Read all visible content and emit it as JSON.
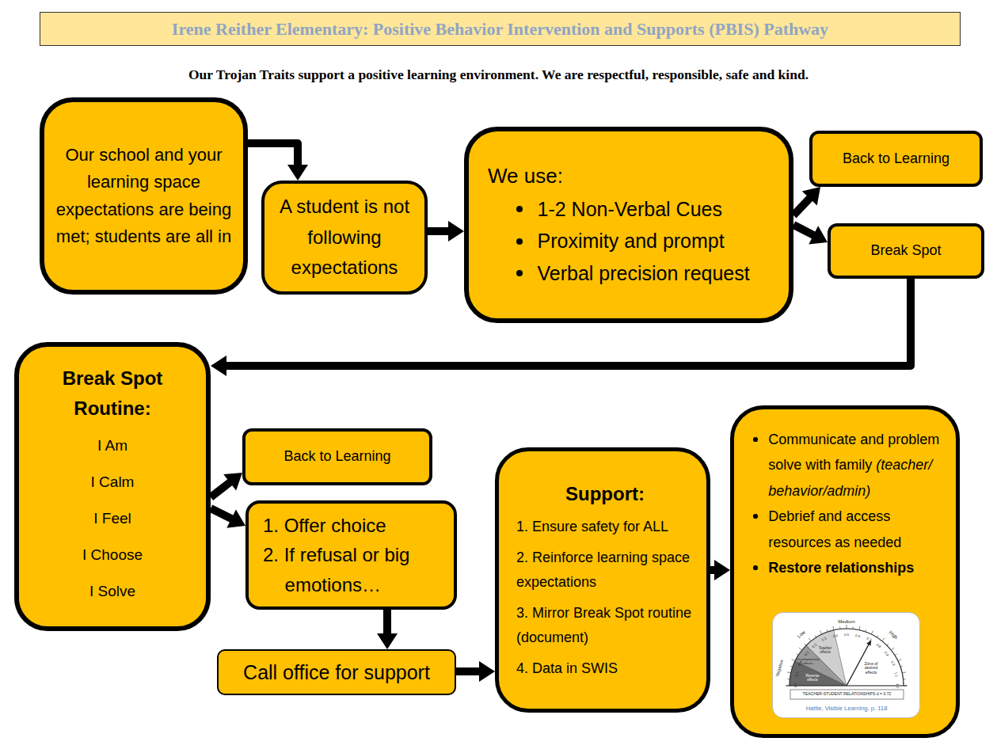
{
  "diagram": {
    "title": "Irene Reither Elementary: Positive Behavior Intervention and Supports (PBIS) Pathway",
    "nodes": [
      {
        "text": [
          "Our school and your learning space expectations are being met; students are all in"
        ]
      },
      {
        "text": [
          "A student is not following expectations"
        ]
      },
      {
        "text": [
          "We use:",
          "1-2 Non-Verbal Cues",
          "Proximity and prompt",
          "Verbal precision request"
        ]
      },
      {
        "text": [
          "Back to Learning"
        ]
      },
      {
        "text": [
          "Break Spot"
        ]
      },
      {
        "text": [
          "Break Spot Routine:",
          "I Am",
          "I Calm",
          "I Feel",
          "I Choose",
          "I Solve"
        ]
      },
      {
        "text": [
          "Back to Learning"
        ]
      },
      {
        "text": [
          "1. Offer choice",
          "2. If refusal or big emotions…"
        ]
      },
      {
        "text": [
          "Call office for support"
        ]
      },
      {
        "text": [
          "Support:",
          "1. Ensure safety for ALL",
          "2. Reinforce learning space expectations",
          "3. Mirror Break Spot routine (document)",
          "4. Data in SWIS"
        ]
      },
      {
        "text": [
          "Communicate and problem solve with family",
          "(teacher/ behavior/admin)",
          "Debrief and access resources as needed",
          "Restore relationships"
        ]
      }
    ],
    "edges": [
      {
        "from": 0,
        "to": 1,
        "arrow": "to"
      },
      {
        "from": 1,
        "to": 2,
        "arrow": "to"
      },
      {
        "from": 2,
        "to": 3,
        "arrow": "to"
      },
      {
        "from": 2,
        "to": 4,
        "arrow": "to"
      },
      {
        "from": 4,
        "to": 5,
        "arrow": "to"
      },
      {
        "from": 5,
        "to": 6,
        "arrow": "to"
      },
      {
        "from": 5,
        "to": 7,
        "arrow": "to"
      },
      {
        "from": 7,
        "to": 8,
        "arrow": "to"
      },
      {
        "from": 8,
        "to": 9,
        "arrow": "to"
      },
      {
        "from": 9,
        "to": 10,
        "arrow": "to"
      }
    ],
    "labels": [
      "Our Trojan Traits support a positive learning environment. We are respectful, responsible, safe and kind.",
      "Medium",
      "Low",
      "High",
      "Negative",
      "-0.2",
      "-0.1",
      "0.0",
      "0.1",
      "0.2",
      "0.3",
      "0.4",
      "0.5",
      "0.6",
      "0.7",
      "0.8",
      "0.9",
      "1.0",
      "1.1",
      "1.2",
      "Teacher effects",
      "Developmental effects",
      "Reverse effects",
      "Zone of desired effects",
      "TEACHER-STUDENT RELATIONSHIPS d = 0.72",
      "Hattie, Visible Learning, p. 118"
    ]
  }
}
